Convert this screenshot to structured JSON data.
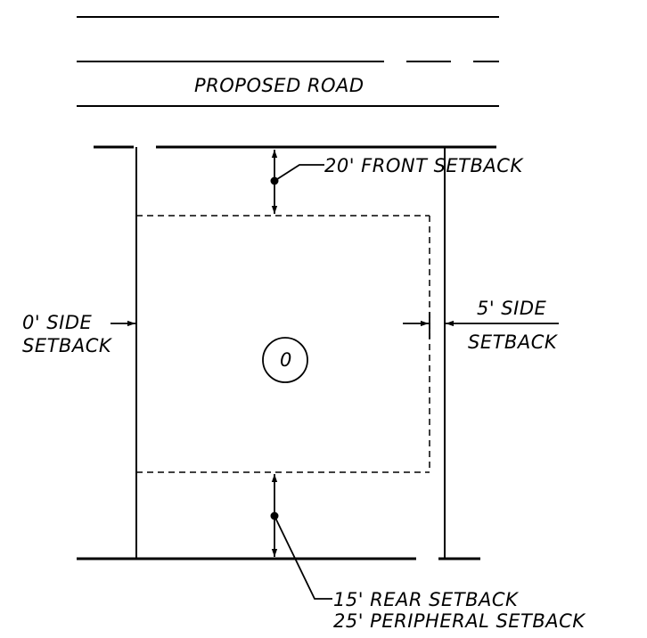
{
  "road": {
    "label": "PROPOSED ROAD"
  },
  "lot": {
    "id": "0"
  },
  "setbacks": {
    "front": "20' FRONT SETBACK",
    "side_left_line1": "0' SIDE",
    "side_left_line2": "SETBACK",
    "side_right_line1": "5' SIDE",
    "side_right_line2": "SETBACK",
    "rear_line1": "15' REAR SETBACK",
    "rear_line2": "25' PERIPHERAL SETBACK"
  }
}
